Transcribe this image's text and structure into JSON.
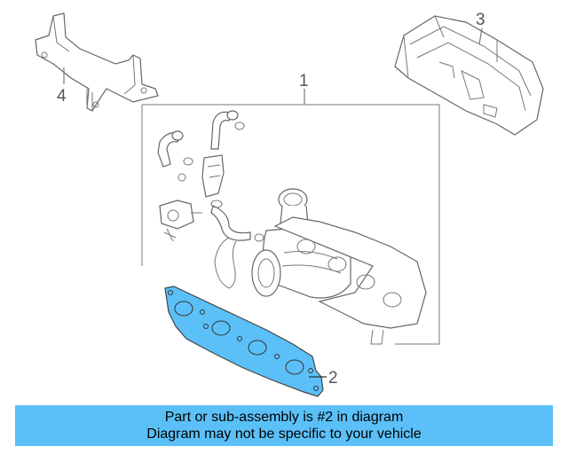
{
  "diagram": {
    "callouts": [
      {
        "id": "1",
        "label": "1"
      },
      {
        "id": "2",
        "label": "2"
      },
      {
        "id": "3",
        "label": "3"
      },
      {
        "id": "4",
        "label": "4"
      }
    ],
    "highlight_color": "#5bc0f8",
    "line_color": "#777777"
  },
  "banner": {
    "line1": "Part or sub-assembly is #2 in diagram",
    "line2": "Diagram may not be specific to your vehicle",
    "background": "#5bc0f8"
  }
}
